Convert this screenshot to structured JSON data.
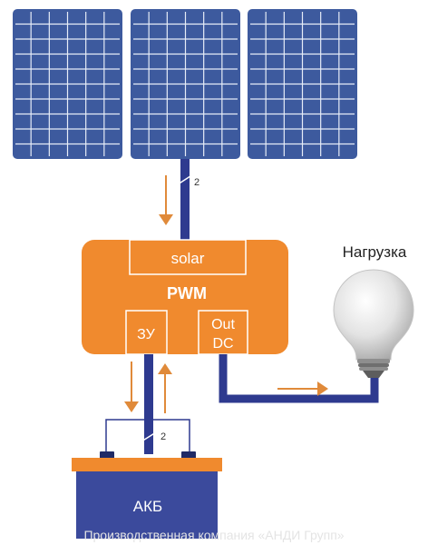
{
  "diagram": {
    "controller": {
      "solar_label": "solar",
      "title": "PWM",
      "charger_label": "ЗУ",
      "out_label_line1": "Out",
      "out_label_line2": "DC"
    },
    "load_label": "Нагрузка",
    "battery_label": "АКБ",
    "wire_count_top": "2",
    "wire_count_bottom": "2",
    "watermark": "Производственная компания «АНДИ Групп»"
  },
  "colors": {
    "panel_fill": "#3d5a9e",
    "panel_grid": "#e6ecf7",
    "controller": "#f08a2e",
    "wire": "#2e3a8f",
    "arrow": "#e08a3a",
    "battery_top": "#f08a2e",
    "battery_body": "#3b4a9c",
    "bulb": "#d9d9d9"
  }
}
